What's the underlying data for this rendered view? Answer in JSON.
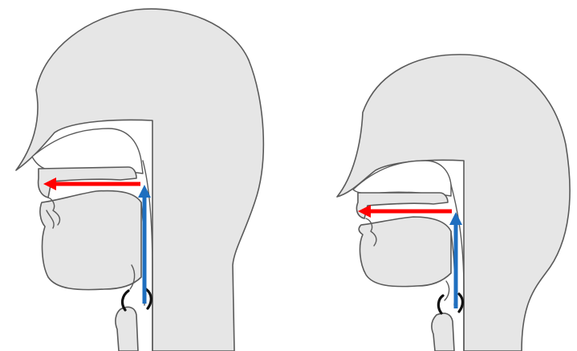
{
  "diagram": {
    "panels": [
      {
        "name": "left-head",
        "arrows": [
          {
            "id": "oral-arrow",
            "color": "#ff0000"
          },
          {
            "id": "pharynx-arrow",
            "color": "#1f6fbf"
          }
        ]
      },
      {
        "name": "right-head",
        "arrows": [
          {
            "id": "oral-arrow",
            "color": "#ff0000"
          },
          {
            "id": "pharynx-arrow",
            "color": "#1f6fbf"
          }
        ]
      }
    ],
    "colors": {
      "tissue_fill": "#e6e6e6",
      "outline": "#5a5a5a",
      "background": "#ffffff",
      "vocal_folds": "#111111"
    }
  }
}
